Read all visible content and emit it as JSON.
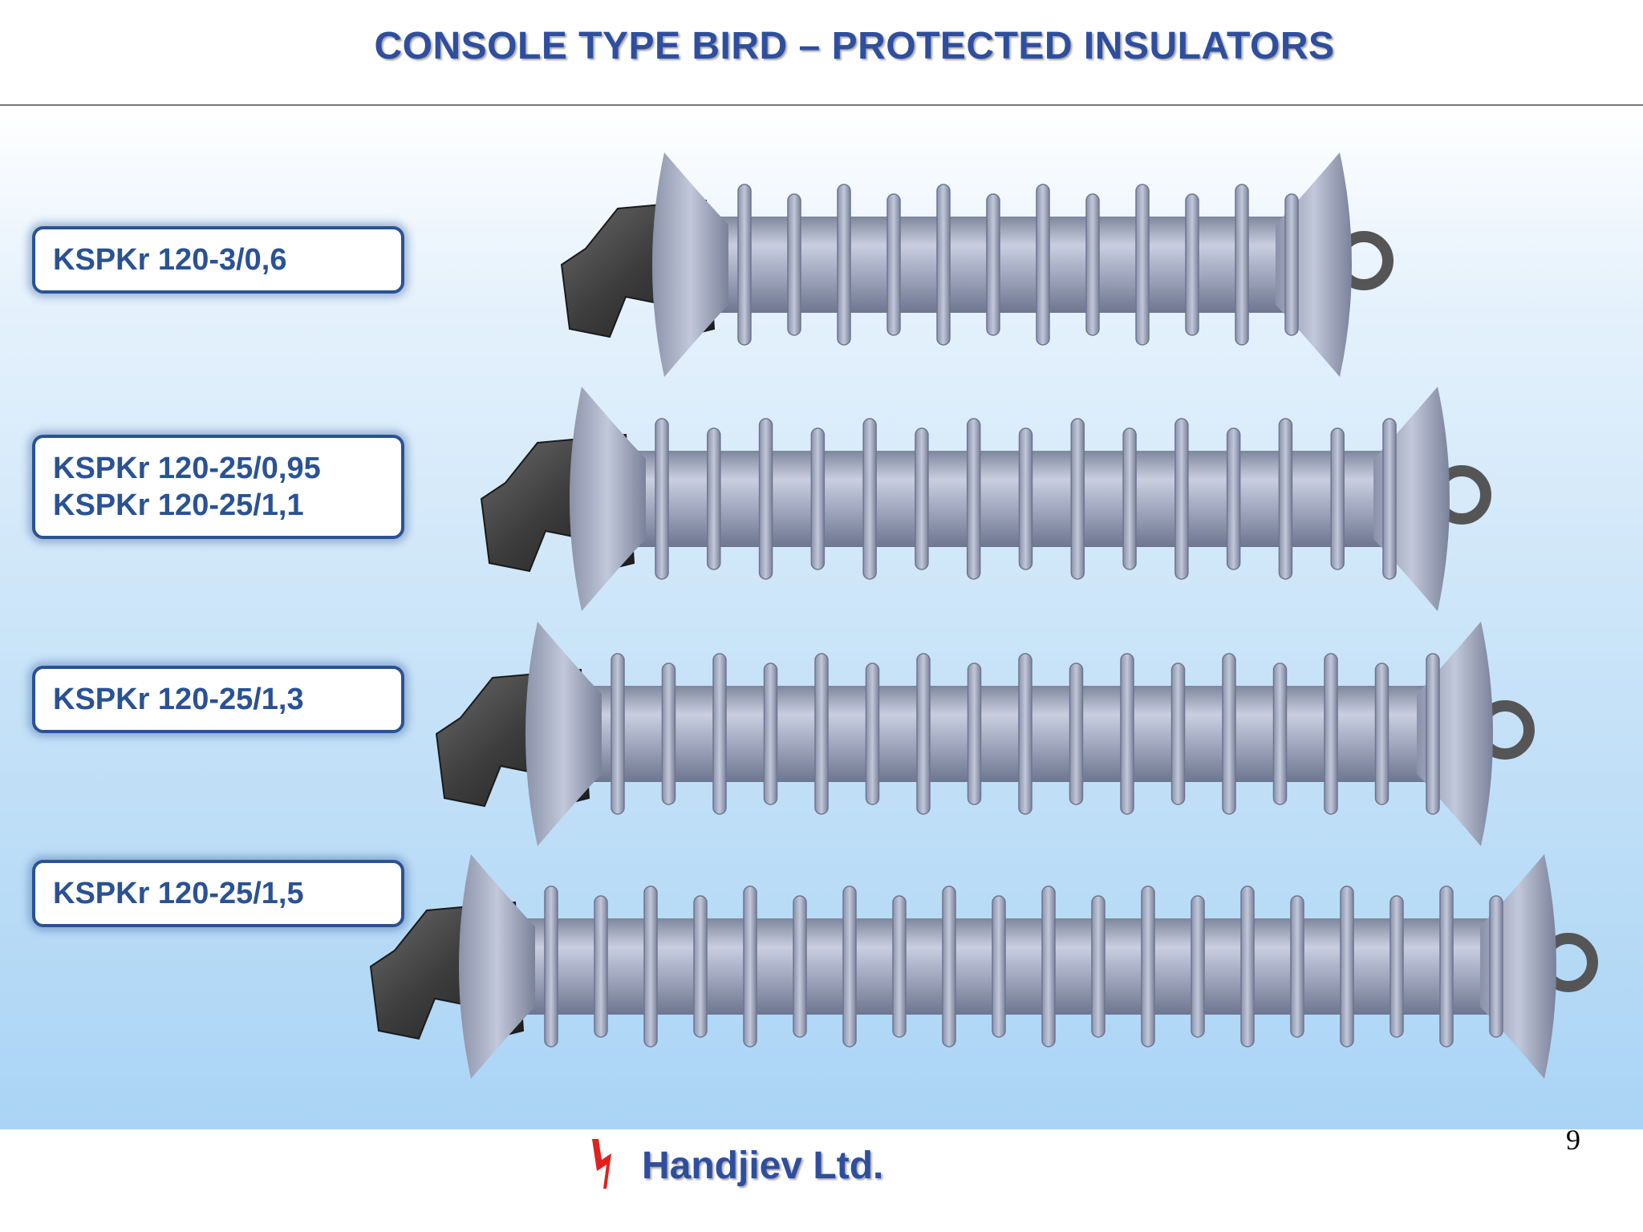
{
  "title": "CONSOLE TYPE BIRD – PROTECTED  INSULATORS",
  "products": [
    {
      "lines": [
        "KSPKr 120-3/0,6"
      ]
    },
    {
      "lines": [
        "KSPKr 120-25/0,95",
        "KSPKr 120-25/1,1"
      ]
    },
    {
      "lines": [
        "KSPKr 120-25/1,3"
      ]
    },
    {
      "lines": [
        "KSPKr 120-25/1,5"
      ]
    }
  ],
  "footer": {
    "company": "Handjiev Ltd.",
    "page_number": "9"
  },
  "colors": {
    "title": "#2e4e9e",
    "label_border": "#2a5294",
    "insulator": "#a9b0c8",
    "fitting": "#4a4a4a",
    "logo": "#e0211d"
  }
}
